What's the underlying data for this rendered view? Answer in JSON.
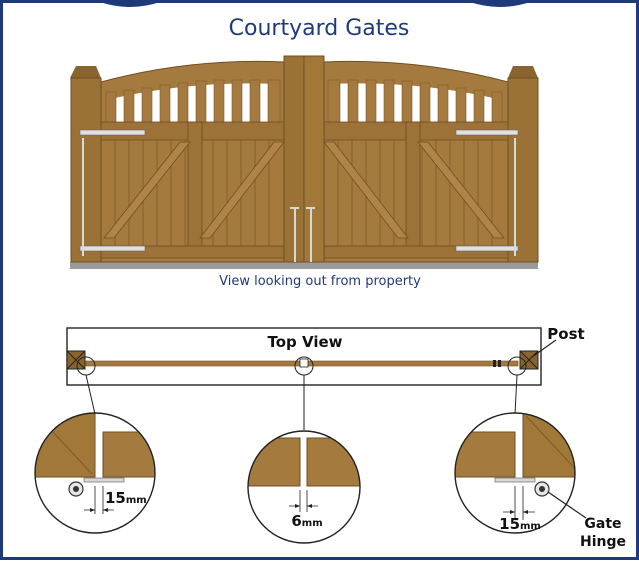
{
  "title": "Courtyard Gates",
  "front_caption": "View looking out from property",
  "top_view": {
    "label": "Top View",
    "post_label": "Post"
  },
  "details": [
    {
      "gap_value": "15",
      "gap_unit": "mm"
    },
    {
      "gap_value": "6",
      "gap_unit": "mm"
    },
    {
      "gap_value": "15",
      "gap_unit": "mm",
      "label_line1": "Gate",
      "label_line2": "Hinge"
    }
  ],
  "colors": {
    "border": "#1f3a7a",
    "title": "#1f3a7a",
    "wood": "#a57a3e",
    "wood_dark": "#7d5a2a",
    "wood_light": "#c49a5a",
    "ground": "#9a9a9a"
  }
}
